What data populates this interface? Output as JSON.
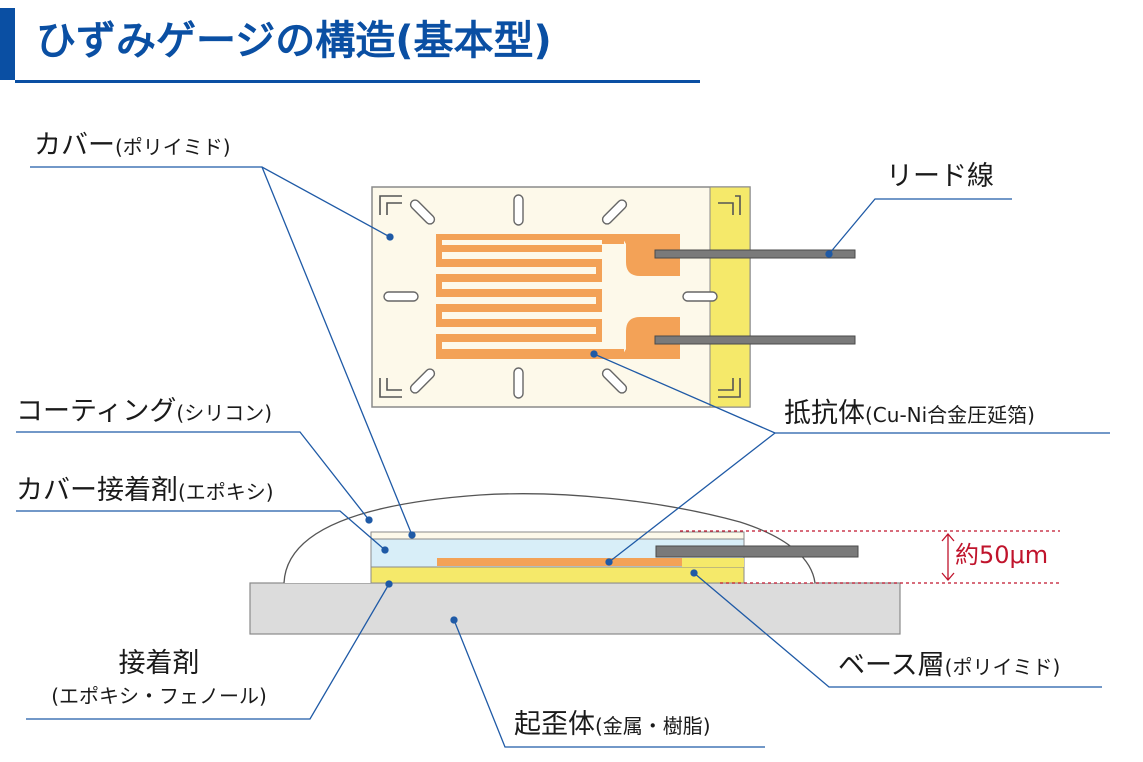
{
  "title": "ひずみゲージの構造(基本型)",
  "colors": {
    "accent": "#0a4fa3",
    "cover_fill": "#fdf9ea",
    "foil": "#f3a257",
    "base_yellow": "#f5e96a",
    "coating_blue": "#d8eef8",
    "substrate": "#dcdcdc",
    "lead": "#7a7a7a",
    "dimension_red": "#c0142c",
    "leader_line": "#1f5aa6"
  },
  "labels": {
    "cover": {
      "main": "カバー",
      "sub": "(ポリイミド)"
    },
    "lead_wire": {
      "main": "リード線"
    },
    "resistor": {
      "main": "抵抗体",
      "sub": "(Cu-Ni合金圧延箔)"
    },
    "coating": {
      "main": "コーティング",
      "sub": "(シリコン)"
    },
    "cover_adhesive": {
      "main": "カバー接着剤",
      "sub": "(エポキシ)"
    },
    "adhesive": {
      "main": "接着剤",
      "sub": "(エポキシ・フェノール)"
    },
    "base_layer": {
      "main": "ベース層",
      "sub": "(ポリイミド)"
    },
    "strain_body": {
      "main": "起歪体",
      "sub": "(金属・樹脂)"
    },
    "thickness": {
      "text": "約50μm"
    }
  }
}
